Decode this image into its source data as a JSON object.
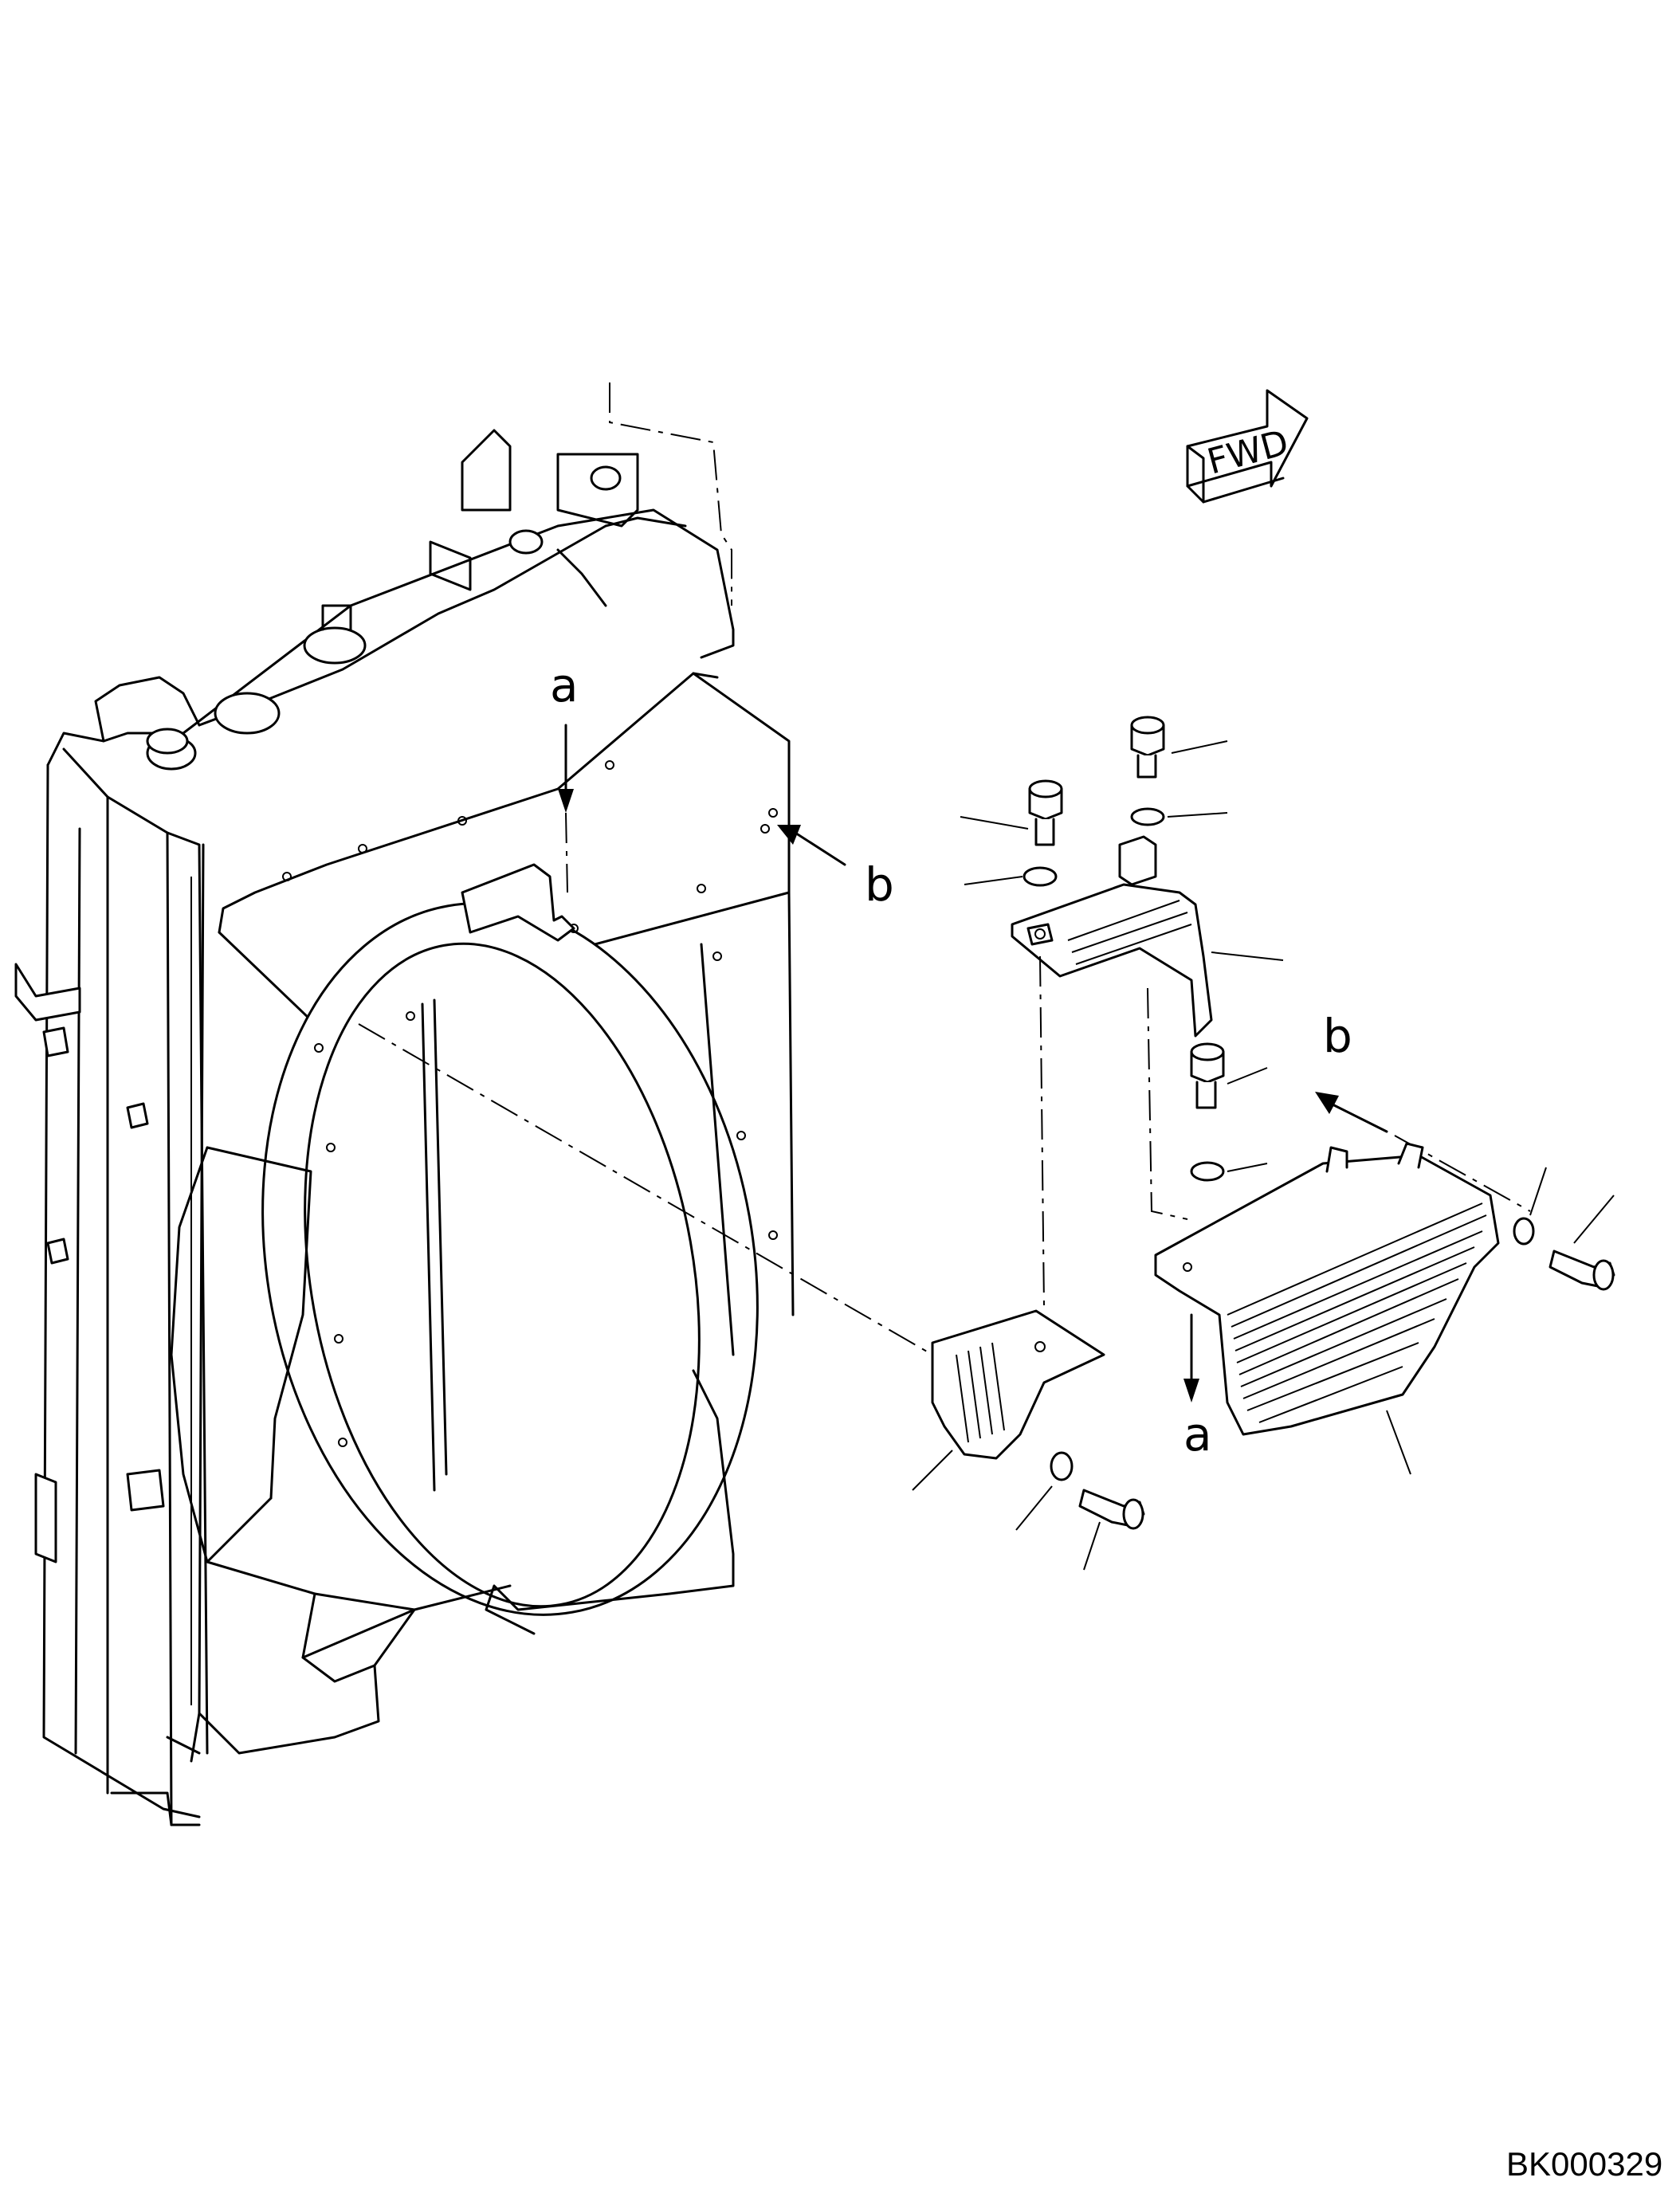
{
  "diagram": {
    "drawing_code": "BK000329",
    "direction_marker": "FWD",
    "view_labels": {
      "a_top": "a",
      "b_top": "b",
      "b_right": "b",
      "a_right": "a"
    }
  }
}
